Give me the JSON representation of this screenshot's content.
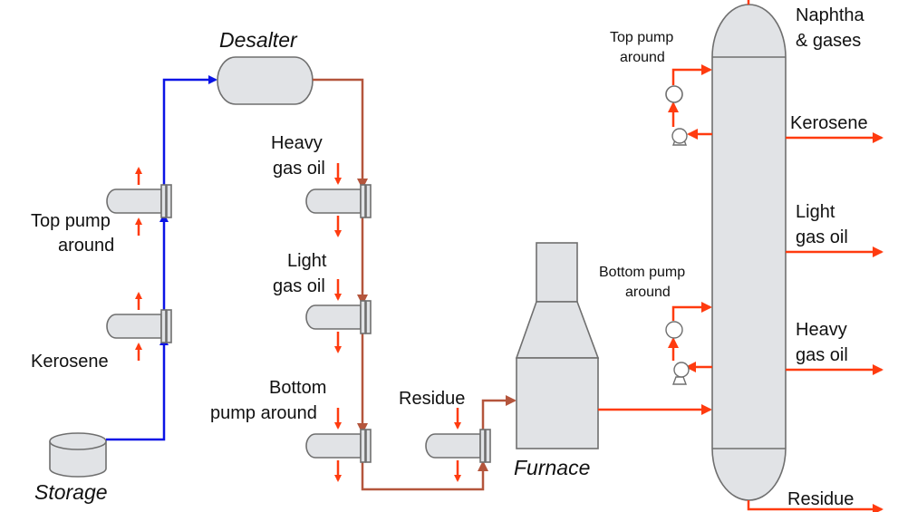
{
  "colors": {
    "hot_stream": "#ff3b0f",
    "crude_cold": "#0a14e6",
    "crude_hot": "#b4553c",
    "equipment_fill": "#e1e3e6",
    "equipment_stroke": "#6f6f6f"
  },
  "equipment": {
    "storage": "Storage",
    "desalter": "Desalter",
    "furnace": "Furnace"
  },
  "preheat_left": {
    "exchanger_1": "Top pump\naround",
    "exchanger_2": "Kerosene"
  },
  "preheat_middle": {
    "exchanger_1": "Heavy\ngas oil",
    "exchanger_2": "Light\ngas oil",
    "exchanger_3": "Bottom\npump around"
  },
  "preheat_residue": "Residue",
  "column": {
    "pumparounds": {
      "top": "Top pump\naround",
      "bottom": "Bottom pump\naround"
    },
    "products": [
      "Naphtha\n& gases",
      "Kerosene",
      "Light\ngas oil",
      "Heavy\ngas oil",
      "Residue"
    ]
  }
}
